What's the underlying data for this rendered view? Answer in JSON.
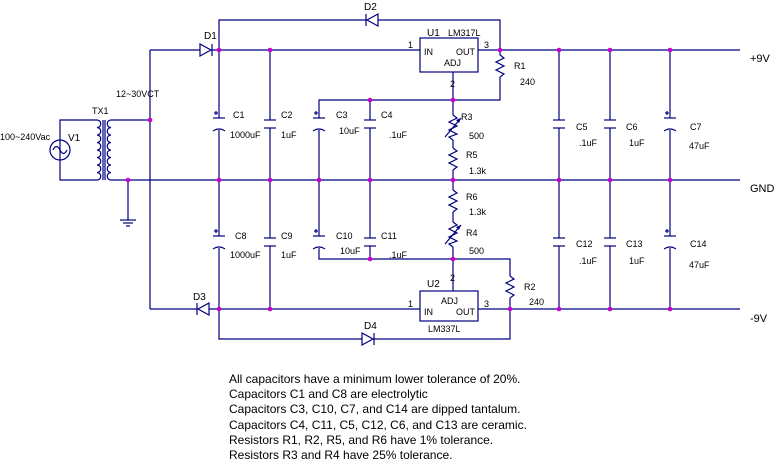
{
  "colors": {
    "wire": "#000080",
    "junction": "#cc00cc",
    "text": "#000000",
    "background": "#ffffff"
  },
  "source": {
    "ref": "V1",
    "value": "100~240Vac"
  },
  "transformer": {
    "ref": "TX1",
    "value": "12~30VCT"
  },
  "rails": {
    "positive": "+9V",
    "ground": "GND",
    "negative": "-9V"
  },
  "diodes": {
    "d1": "D1",
    "d2": "D2",
    "d3": "D3",
    "d4": "D4"
  },
  "regulators": {
    "u1": {
      "ref": "U1",
      "part": "LM317L",
      "in": "IN",
      "out": "OUT",
      "adj": "ADJ",
      "pin_in": "1",
      "pin_out": "3",
      "pin_adj": "2"
    },
    "u2": {
      "ref": "U2",
      "part": "LM337L",
      "in": "IN",
      "out": "OUT",
      "adj": "ADJ",
      "pin_in": "1",
      "pin_out": "3",
      "pin_adj": "2"
    }
  },
  "capacitors": [
    {
      "ref": "C1",
      "value": "1000uF"
    },
    {
      "ref": "C2",
      "value": "1uF"
    },
    {
      "ref": "C3",
      "value": "10uF"
    },
    {
      "ref": "C4",
      "value": ".1uF"
    },
    {
      "ref": "C5",
      "value": ".1uF"
    },
    {
      "ref": "C6",
      "value": "1uF"
    },
    {
      "ref": "C7",
      "value": "47uF"
    },
    {
      "ref": "C8",
      "value": "1000uF"
    },
    {
      "ref": "C9",
      "value": "1uF"
    },
    {
      "ref": "C10",
      "value": "10uF"
    },
    {
      "ref": "C11",
      "value": ".1uF"
    },
    {
      "ref": "C12",
      "value": ".1uF"
    },
    {
      "ref": "C13",
      "value": "1uF"
    },
    {
      "ref": "C14",
      "value": "47uF"
    }
  ],
  "resistors": [
    {
      "ref": "R1",
      "value": "240"
    },
    {
      "ref": "R2",
      "value": "240"
    },
    {
      "ref": "R3",
      "value": "500"
    },
    {
      "ref": "R4",
      "value": "500"
    },
    {
      "ref": "R5",
      "value": "1.3k"
    },
    {
      "ref": "R6",
      "value": "1.3k"
    }
  ],
  "notes": [
    "All capacitors have a minimum lower tolerance of 20%.",
    "Capacitors C1 and C8 are electrolytic",
    "Capacitors C3, C10, C7, and C14 are dipped tantalum.",
    "Capacitors C4, C11, C5, C12, C6, and C13 are ceramic.",
    "Resistors R1, R2, R5, and R6 have 1% tolerance.",
    "Resistors R3 and R4 have 25% tolerance."
  ]
}
